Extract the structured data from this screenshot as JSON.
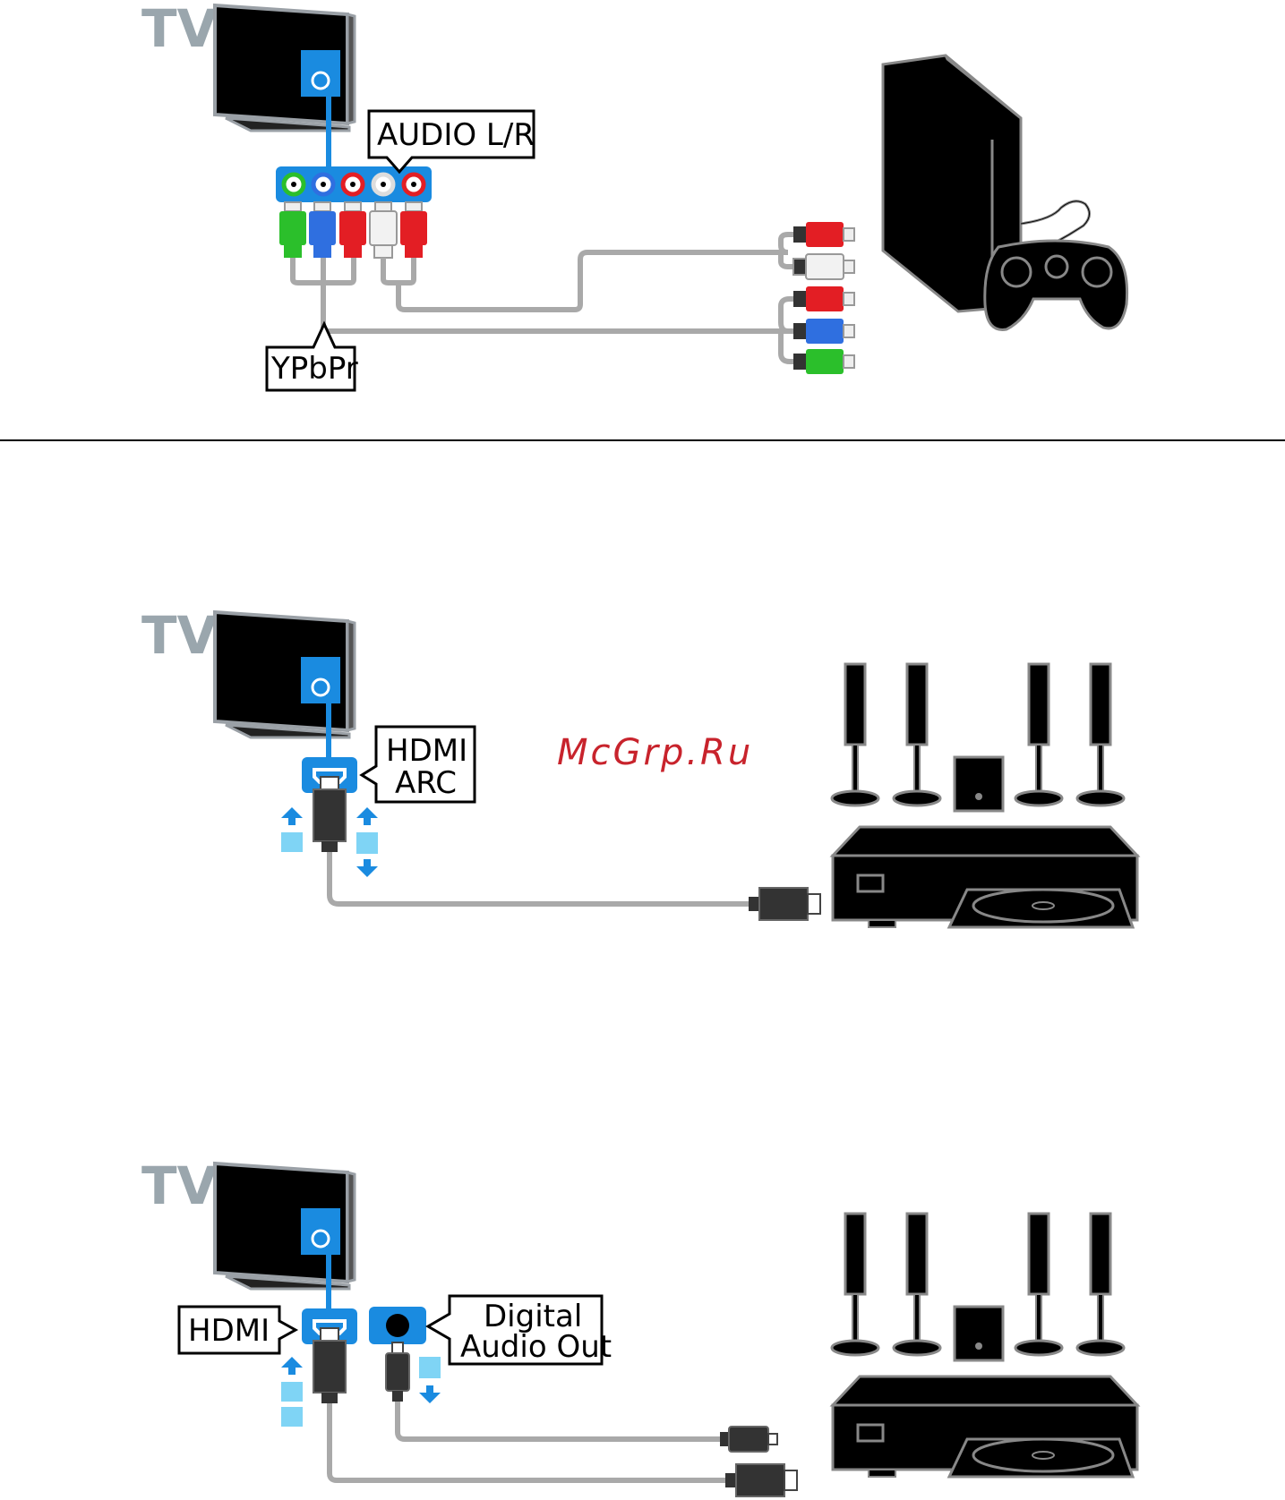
{
  "colors": {
    "port_blue": "#1a8be0",
    "cable_grey": "#a9a9a9",
    "device_black": "#000000",
    "tv_label_grey": "#9aa6ad",
    "watermark_red": "#c8232c",
    "green": "#2bbf2b",
    "blue": "#2f6fe0",
    "red": "#e31e24",
    "white": "#f2f2f2",
    "light_icon_blue": "#7fd4f5"
  },
  "section1": {
    "tv_label": "TV",
    "audio_label": "AUDIO L/R",
    "video_label": "YPbPr",
    "device": "game-console"
  },
  "section2": {
    "tv_label": "TV",
    "hdmi_label_line1": "HDMI",
    "hdmi_label_line2": "ARC",
    "device": "home-theater-system"
  },
  "section3": {
    "tv_label": "TV",
    "hdmi_label": "HDMI",
    "digital_label_line1": "Digital",
    "digital_label_line2": "Audio Out",
    "device": "home-theater-system"
  },
  "watermark": "McGrp.Ru"
}
